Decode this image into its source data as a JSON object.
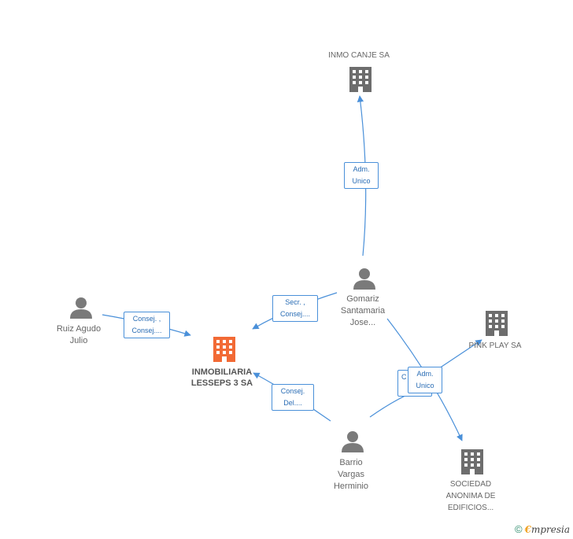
{
  "nodes": {
    "inmo_canje": {
      "label": "INMO CANJE SA",
      "type": "company"
    },
    "center": {
      "label_line1": "INMOBILIARIA",
      "label_line2": "LESSEPS 3 SA",
      "type": "company-focus"
    },
    "pink_play": {
      "label": "PINK PLAY SA",
      "type": "company"
    },
    "sociedad": {
      "label_line1": "SOCIEDAD",
      "label_line2": "ANONIMA DE",
      "label_line3": "EDIFICIOS...",
      "type": "company"
    },
    "gomariz": {
      "label_line1": "Gomariz",
      "label_line2": "Santamaria",
      "label_line3": "Jose...",
      "type": "person"
    },
    "ruiz": {
      "label_line1": "Ruiz Agudo",
      "label_line2": "Julio",
      "type": "person"
    },
    "barrio": {
      "label_line1": "Barrio",
      "label_line2": "Vargas",
      "label_line3": "Herminio",
      "type": "person"
    }
  },
  "edges": {
    "gomariz_inmo": {
      "line1": "Adm.",
      "line2": "Unico"
    },
    "gomariz_center": {
      "line1": "Secr. ,",
      "line2": "Consej...."
    },
    "ruiz_center": {
      "line1": "Consej. ,",
      "line2": "Consej...."
    },
    "barrio_center": {
      "line1": "Consej.",
      "line2": "Del...."
    },
    "barrio_pink": {
      "line1": "C"
    },
    "gomariz_pink": {
      "line1": "Adm.",
      "line2": "Unico"
    }
  },
  "footer": {
    "copyright": "©",
    "brand_e": "€",
    "brand_rest": "mpresia"
  },
  "colors": {
    "edge": "#4a90d9",
    "person_icon": "#7a7a7a",
    "company_icon": "#6d6d6d",
    "focus_icon": "#f26a35"
  },
  "icons": {
    "person": "person-icon",
    "company": "building-icon",
    "focus": "building-icon"
  }
}
